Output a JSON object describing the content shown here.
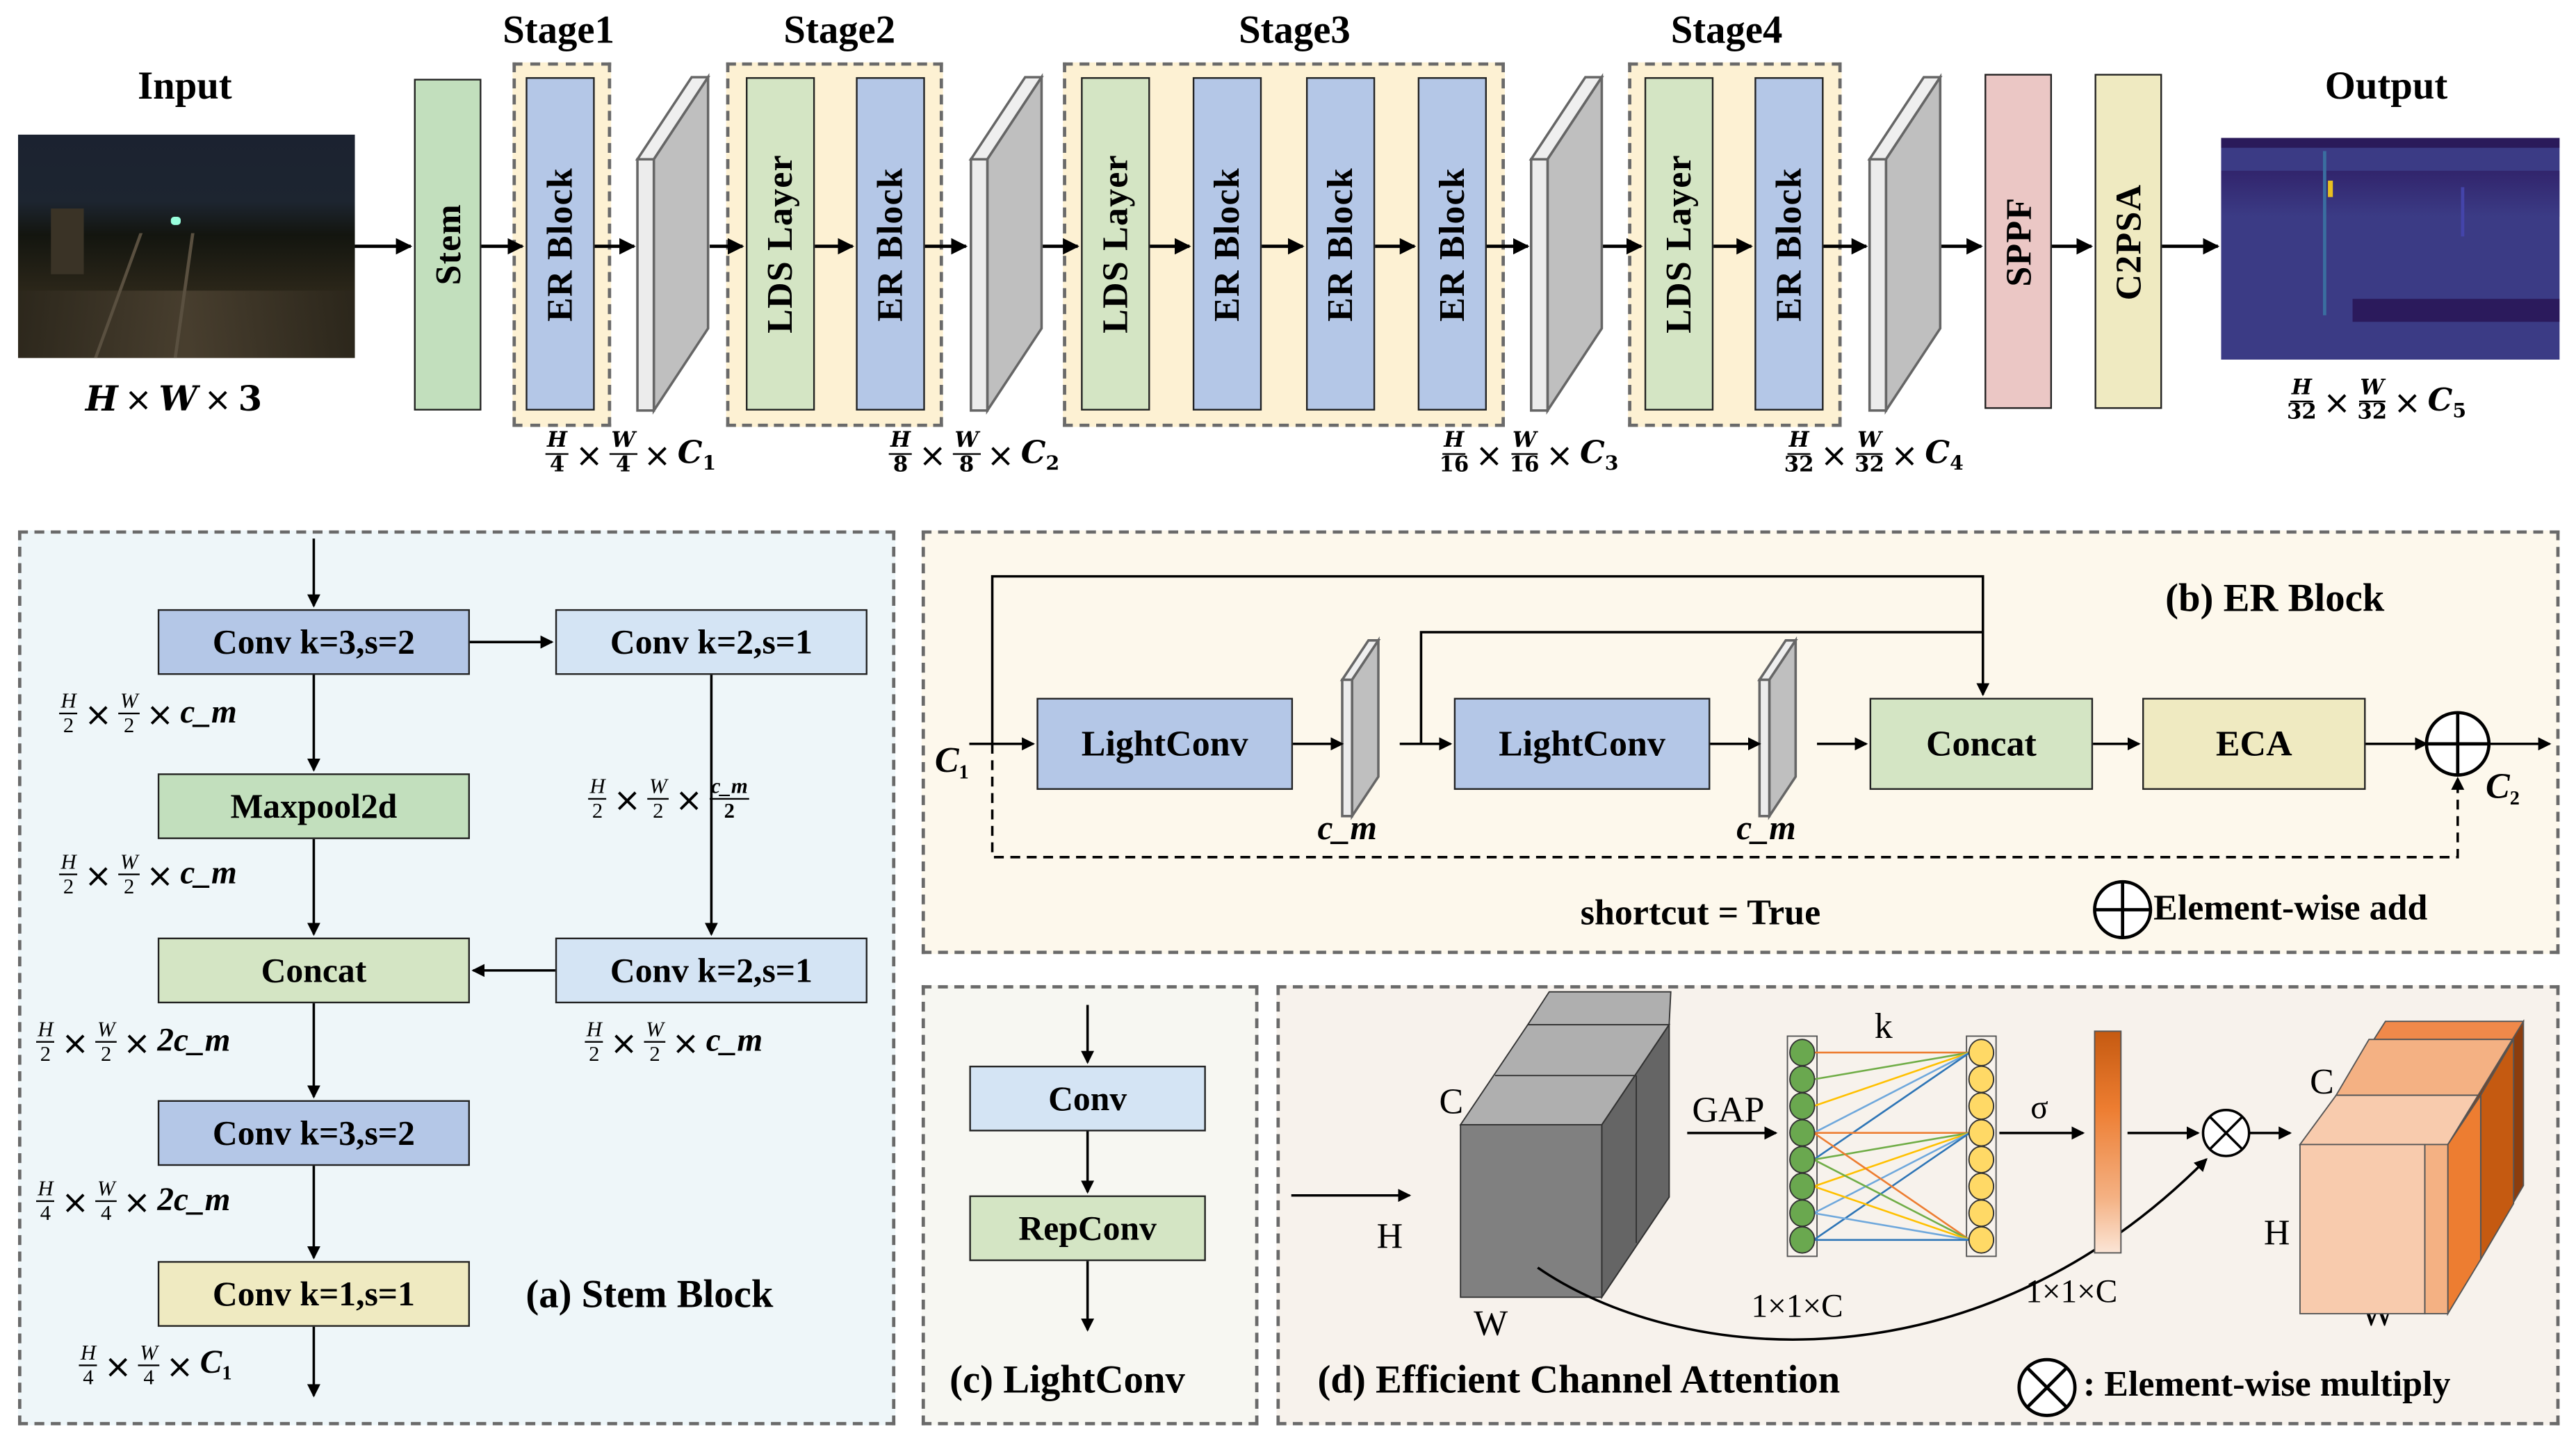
{
  "backbone": {
    "input": {
      "title": "Input",
      "dims": {
        "a": "H",
        "b": "W",
        "c": "3"
      }
    },
    "output": {
      "title": "Output",
      "dims": {
        "h_num": "H",
        "h_den": "32",
        "w_num": "W",
        "w_den": "32",
        "c": "C",
        "c_sub": "5"
      }
    },
    "stem_label": "Stem",
    "stages": [
      {
        "title": "Stage1",
        "blocks": [
          "ER Block"
        ],
        "dims": {
          "h_num": "H",
          "h_den": "4",
          "w_num": "W",
          "w_den": "4",
          "c": "C",
          "c_sub": "1"
        }
      },
      {
        "title": "Stage2",
        "blocks": [
          "LDS Layer",
          "ER Block"
        ],
        "dims": {
          "h_num": "H",
          "h_den": "8",
          "w_num": "W",
          "w_den": "8",
          "c": "C",
          "c_sub": "2"
        }
      },
      {
        "title": "Stage3",
        "blocks": [
          "LDS Layer",
          "ER Block",
          "ER Block",
          "ER Block"
        ],
        "dims": {
          "h_num": "H",
          "h_den": "16",
          "w_num": "W",
          "w_den": "16",
          "c": "C",
          "c_sub": "3"
        }
      },
      {
        "title": "Stage4",
        "blocks": [
          "LDS Layer",
          "ER Block"
        ],
        "dims": {
          "h_num": "H",
          "h_den": "32",
          "w_num": "W",
          "w_den": "32",
          "c": "C",
          "c_sub": "4"
        }
      }
    ],
    "sppf_label": "SPPF",
    "c2psa_label": "C2PSA",
    "times": "×"
  },
  "stem_block": {
    "caption": "(a) Stem Block",
    "boxes": {
      "conv1": "Conv k=3,s=2",
      "conv2a": "Conv k=2,s=1",
      "maxpool": "Maxpool2d",
      "conv2b": "Conv k=2,s=1",
      "concat": "Concat",
      "conv3": "Conv k=3,s=2",
      "conv4": "Conv k=1,s=1"
    },
    "dims": [
      {
        "h_den": "2",
        "w_den": "2",
        "c": "c_m"
      },
      {
        "h_den": "2",
        "w_den": "2",
        "c_num": "c_m",
        "c_den": "2"
      },
      {
        "h_den": "2",
        "w_den": "2",
        "c": "c_m"
      },
      {
        "h_den": "2",
        "w_den": "2",
        "c": "2c_m"
      },
      {
        "h_den": "2",
        "w_den": "2",
        "c": "c_m"
      },
      {
        "h_den": "4",
        "w_den": "4",
        "c": "2c_m"
      },
      {
        "h_den": "4",
        "w_den": "4",
        "c": "C",
        "c_sub": "1"
      }
    ],
    "H": "H",
    "W": "W"
  },
  "er_block": {
    "caption": "(b) ER Block",
    "input_label": {
      "c": "C",
      "sub": "1"
    },
    "output_label": {
      "c": "C",
      "sub": "2"
    },
    "lightconv1": "LightConv",
    "lightconv2": "LightConv",
    "feat1_label": "c_m",
    "feat2_label": "c_m",
    "concat": "Concat",
    "eca": "ECA",
    "shortcut_text": "shortcut = True",
    "legend_text": ": Element-wise add"
  },
  "lightconv": {
    "caption": "(c) LightConv",
    "conv": "Conv",
    "repconv": "RepConv"
  },
  "eca": {
    "caption": "(d) Efficient Channel Attention",
    "input_labels": {
      "c": "C",
      "h": "H",
      "w": "W"
    },
    "gap": "GAP",
    "k": "k",
    "sigma": "σ",
    "vec1_label": "1×1×C",
    "vec2_label": "1×1×C",
    "output_labels": {
      "c": "C",
      "h": "H",
      "w": "W"
    },
    "legend_text": ": Element-wise multiply",
    "node_count": 8,
    "colors": {
      "green_node": "#6aa84f",
      "yellow_node": "#ffd966",
      "line_orange": "#ed7d31",
      "line_green": "#70ad47",
      "line_yellow": "#ffc000",
      "line_lightblue": "#6fa8dc",
      "line_blue": "#2e75b6"
    }
  },
  "palette": {
    "stage_bg": "#fdf1d3",
    "er_blue": "#b4c7e7",
    "lds_green": "#d4e5c4",
    "stem_green": "#c2dfbd",
    "sppf_pink": "#ebc7c5",
    "c2psa_yellow": "#efeac1",
    "panel_a_bg": "#eef6f9",
    "panel_b_bg": "#fdf8ec",
    "panel_c_bg": "#f7f7f2",
    "panel_d_bg": "#f7f2ec"
  }
}
